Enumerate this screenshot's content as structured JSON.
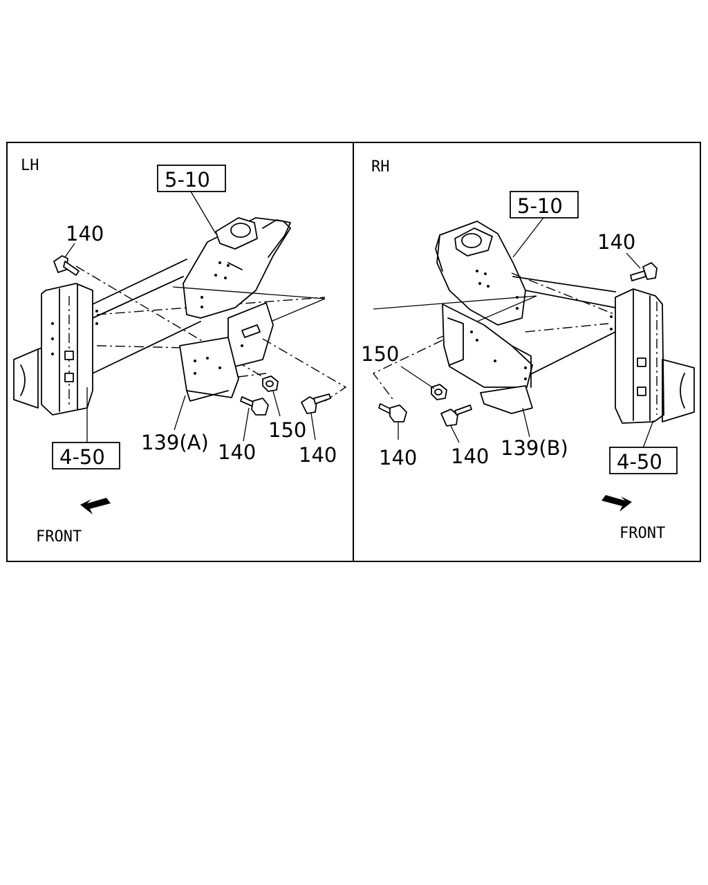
{
  "panels": [
    {
      "side": "LH",
      "labels": {
        "frame_ref": "5-10",
        "crossmember_ref": "4-50",
        "bracket": "139(A)",
        "bolt_top": "140",
        "bolt_mid": "140",
        "bolt_right": "140",
        "nut": "150"
      },
      "direction": "FRONT"
    },
    {
      "side": "RH",
      "labels": {
        "frame_ref": "5-10",
        "crossmember_ref": "4-50",
        "bracket": "139(B)",
        "bolt_top": "140",
        "bolt_left": "140",
        "bolt_mid": "140",
        "nut": "150"
      },
      "direction": "FRONT"
    }
  ]
}
